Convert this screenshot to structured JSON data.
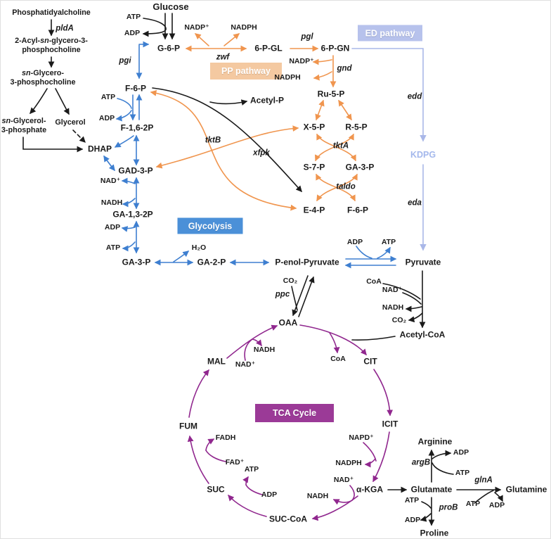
{
  "colors": {
    "black_arrow": "#1a1a1a",
    "glycolysis_blue": "#3e7fd0",
    "pp_orange": "#f0954e",
    "ed_periwinkle": "#a9b7e8",
    "tca_purple": "#90278e",
    "pp_badge_bg": "#f4c9a1",
    "ed_badge_bg": "#b7c2ec",
    "glycolysis_badge_bg": "#4b90d8",
    "tca_badge_bg": "#9b3a97",
    "badge_text": "#ffffff",
    "kdpg_text": "#a4b8ec"
  },
  "badges": {
    "ed": "ED pathway",
    "pp": "PP pathway",
    "glycolysis": "Glycolysis",
    "tca": "TCA Cycle"
  },
  "lipid": {
    "phosphatidyalcholine": "Phosphatidyalcholine",
    "acyl_pre": "2-Acyl-",
    "sn": "sn",
    "acyl_post": "-glycero-3-",
    "acyl_line2": "phosphocholine",
    "glycero_post": "-Glycero-",
    "glycero_line2": "3-phosphocholine",
    "glycerol3p_post": "-Glycerol-",
    "glycerol3p_line2": "3-phosphate",
    "glycerol": "Glycerol"
  },
  "nodes": {
    "glucose": "Glucose",
    "g6p": "G-6-P",
    "pgl6": "6-P-GL",
    "pgn6": "6-P-GN",
    "ru5p": "Ru-5-P",
    "x5p": "X-5-P",
    "r5p": "R-5-P",
    "s7p": "S-7-P",
    "ga3p_pp": "GA-3-P",
    "e4p": "E-4-P",
    "f6p": "F-6-P",
    "kdpg": "KDPG",
    "f162p": "F-1,6-2P",
    "dhap": "DHAP",
    "gad3p": "GAD-3-P",
    "ga132p": "GA-1,3-2P",
    "ga3p": "GA-3-P",
    "ga2p": "GA-2-P",
    "pep": "P-enol-Pyruvate",
    "pyruvate": "Pyruvate",
    "acetylp": "Acetyl-P",
    "acetylcoa": "Acetyl-CoA",
    "oaa": "OAA",
    "cit": "CIT",
    "icit": "ICIT",
    "akga": "α-KGA",
    "succoa": "SUC-CoA",
    "suc": "SUC",
    "fum": "FUM",
    "mal": "MAL",
    "glutamate": "Glutamate",
    "glutamine": "Glutamine",
    "arginine": "Arginine",
    "proline": "Proline"
  },
  "enzymes": {
    "pldA": "pldA",
    "pgi": "pgi",
    "zwf": "zwf",
    "pgl": "pgl",
    "gnd": "gnd",
    "edd": "edd",
    "eda": "eda",
    "tktA": "tktA",
    "taldo": "taldo",
    "tktB": "tktB",
    "xfpk": "xfpk",
    "ppc": "ppc",
    "argB": "argB",
    "glnA": "glnA",
    "proB": "proB"
  },
  "cofactors": {
    "atp": "ATP",
    "adp": "ADP",
    "nadp": "NADP⁺",
    "nadph": "NADPH",
    "napd": "NAPD⁺",
    "nad": "NAD⁺",
    "nadh": "NADH",
    "coa": "CoA",
    "co2": "CO₂",
    "h2o": "H₂O",
    "fad": "FAD⁺",
    "fadh": "FADH"
  }
}
